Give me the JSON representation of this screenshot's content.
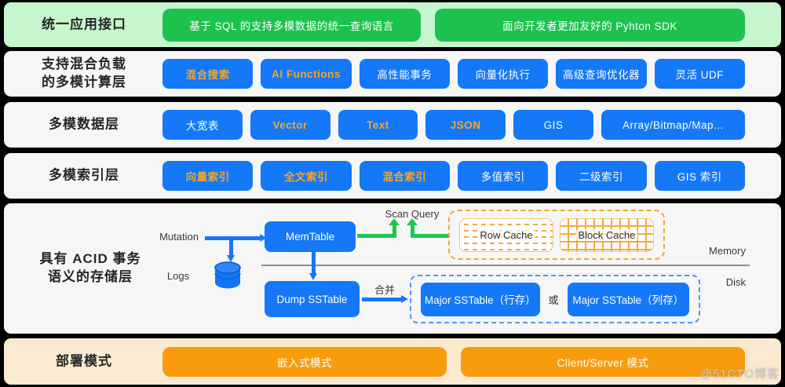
{
  "colors": {
    "page_bg": "#000000",
    "card_bg": "#f6f6f6",
    "green_bg": "#c7f6ce",
    "green_button": "#1dc24e",
    "blue_button": "#1478f8",
    "orange_button": "#f89c0e",
    "cream_bg": "#fbead0",
    "orange_text": "#f5a623",
    "label_text": "#262626",
    "green_arrow": "#21c551",
    "blue_arrow": "#1677f7",
    "orange_dash": "#f5a623",
    "blue_dash": "#4d96f7",
    "divider": "#8f8f8f"
  },
  "rows": {
    "api": {
      "label": "统一应用接口",
      "buttons": [
        {
          "label": "基于 SQL 的支持多模数据的统一查询语言",
          "accent": false
        },
        {
          "label": "面向开发者更加友好的 Pyhton SDK",
          "accent": false
        }
      ]
    },
    "compute": {
      "label": "支持混合负载\n的多模计算层",
      "buttons": [
        {
          "label": "混合搜索",
          "accent": true
        },
        {
          "label": "AI Functions",
          "accent": true
        },
        {
          "label": "高性能事务",
          "accent": false
        },
        {
          "label": "向量化执行",
          "accent": false
        },
        {
          "label": "高级查询优化器",
          "accent": false
        },
        {
          "label": "灵活 UDF",
          "accent": false
        }
      ]
    },
    "data": {
      "label": "多模数据层",
      "buttons": [
        {
          "label": "大宽表",
          "accent": false
        },
        {
          "label": "Vector",
          "accent": true
        },
        {
          "label": "Text",
          "accent": true
        },
        {
          "label": "JSON",
          "accent": true
        },
        {
          "label": "GIS",
          "accent": false
        },
        {
          "label": "Array/Bitmap/Map...",
          "accent": false
        }
      ]
    },
    "index": {
      "label": "多模索引层",
      "buttons": [
        {
          "label": "向量索引",
          "accent": true
        },
        {
          "label": "全文索引",
          "accent": true
        },
        {
          "label": "混合索引",
          "accent": true
        },
        {
          "label": "多值索引",
          "accent": false
        },
        {
          "label": "二级索引",
          "accent": false
        },
        {
          "label": "GIS 索引",
          "accent": false
        }
      ]
    },
    "storage": {
      "label": "具有 ACID 事务\n语义的存储层",
      "mutation": "Mutation",
      "logs": "Logs",
      "memtable": "MemTable",
      "scan_query": "Scan Query",
      "row_cache": "Row Cache",
      "block_cache": "Block Cache",
      "memory": "Memory",
      "disk": "Disk",
      "dump_sstable": "Dump SSTable",
      "merge": "合并",
      "or": "或",
      "major_row": "Major SSTable（行存）",
      "major_col": "Major SSTable（列存）"
    },
    "deploy": {
      "label": "部署模式",
      "buttons": [
        {
          "label": "嵌入式模式",
          "accent": false
        },
        {
          "label": "Client/Server 模式",
          "accent": false
        }
      ]
    }
  },
  "watermark": "@51CTO博客"
}
